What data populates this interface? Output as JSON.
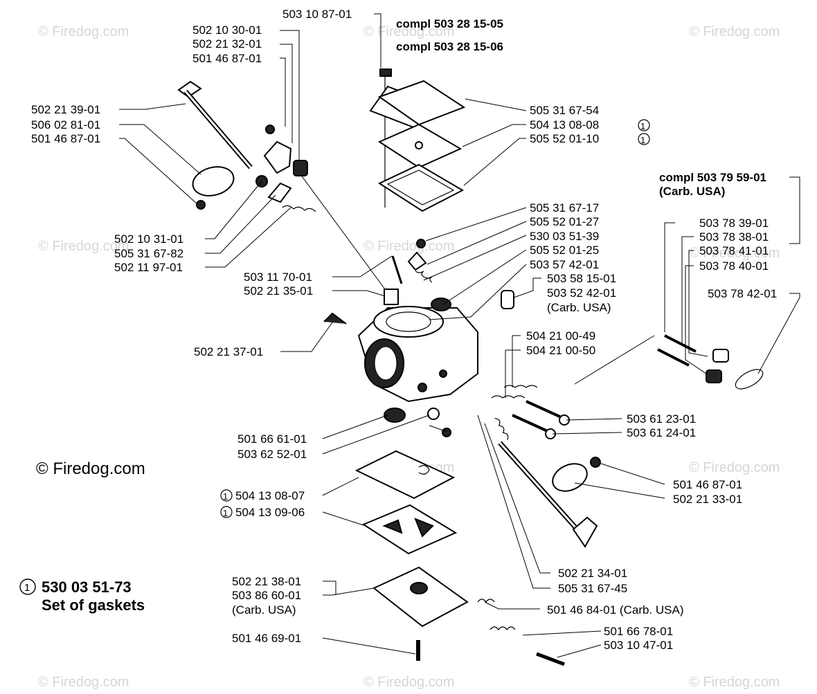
{
  "watermarks": {
    "small": "© Firedog.com",
    "main": "© Firedog.com"
  },
  "header": {
    "kit1": "compl 503 28 15-05",
    "kit2": "compl 503 28 15-06"
  },
  "carb_usa_kit": {
    "line1": "compl 503 79 59-01",
    "line2": "(Carb. USA)"
  },
  "gasket_set": {
    "marker": "1",
    "number": "530 03 51-73",
    "name": "Set of gaskets"
  },
  "labels": {
    "l503108701": "503 10 87-01",
    "l502103001": "502 10 30-01",
    "l502213201": "502 21 32-01",
    "l501468701a": "501 46 87-01",
    "l502213901": "502 21 39-01",
    "l506028101": "506 02 81-01",
    "l501468701b": "501 46 87-01",
    "l502103101": "502 10 31-01",
    "l505316782": "505 31 67-82",
    "l502119701": "502 11 97-01",
    "l503117001": "503 11 70-01",
    "l502213501": "502 21 35-01",
    "l502213701": "502 21 37-01",
    "l505316754": "505 31 67-54",
    "l504130808": "504 13 08-08",
    "l505520110": "505 52 01-10",
    "l505316717": "505 31 67-17",
    "l505520127": "505 52 01-27",
    "l530035139": "530 03 51-39",
    "l505520125": "505 52 01-25",
    "l503574201": "503 57 42-01",
    "l503581501": "503 58 15-01",
    "l503524201": "503 52 42-01",
    "carb_usa_a": "(Carb. USA)",
    "l504210049": "504 21 00-49",
    "l504210050": "504 21 00-50",
    "l503783901": "503 78 39-01",
    "l503783801": "503 78 38-01",
    "l503784101": "503 78 41-01",
    "l503784001": "503 78 40-01",
    "l503784201": "503 78 42-01",
    "l503612301": "503 61 23-01",
    "l503612401": "503 61 24-01",
    "l501666101": "501 66 61-01",
    "l503625201": "503 62 52-01",
    "l501468701c": "501 46 87-01",
    "l502213301": "502 21 33-01",
    "l504130807": "504 13 08-07",
    "l504130906": "504 13 09-06",
    "l502213401": "502 21 34-01",
    "l505316745": "505 31 67-45",
    "l502213801": "502 21 38-01",
    "l503866001": "503 86 60-01",
    "carb_usa_b": "(Carb. USA)",
    "l501468401": "501 46 84-01 (Carb. USA)",
    "l501466901": "501 46 69-01",
    "l501667801": "501 66 78-01",
    "l503104701": "503 10 47-01"
  },
  "gasket_markers": {
    "m1": "1",
    "m2": "1",
    "m3": "1",
    "m4": "1"
  }
}
